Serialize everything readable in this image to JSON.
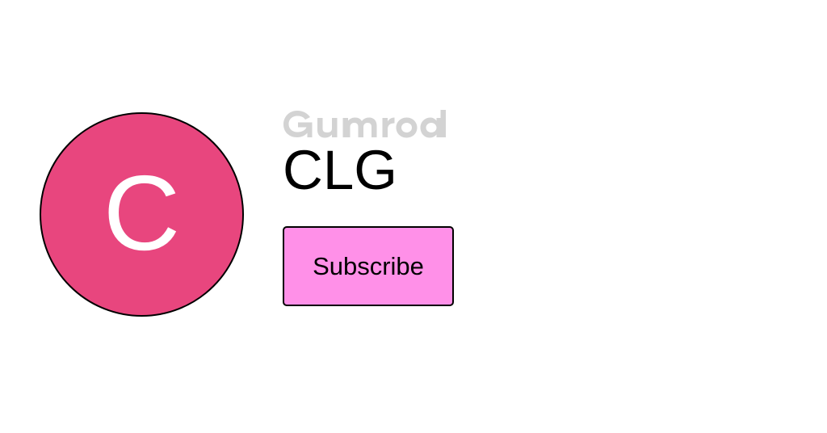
{
  "page": {
    "background_color": "#ffffff",
    "type": "creator-profile"
  },
  "brand": {
    "name": "gumroad",
    "wordmark_text": "gumroad",
    "color": "#d3d3d3"
  },
  "avatar": {
    "initial": "C",
    "background_color": "#e8467e",
    "border_color": "#000000",
    "text_color": "#ffffff"
  },
  "profile": {
    "name": "CLG"
  },
  "actions": {
    "subscribe_label": "Subscribe",
    "subscribe_bg_color": "#ff90e8",
    "subscribe_border_color": "#000000",
    "subscribe_text_color": "#000000"
  }
}
